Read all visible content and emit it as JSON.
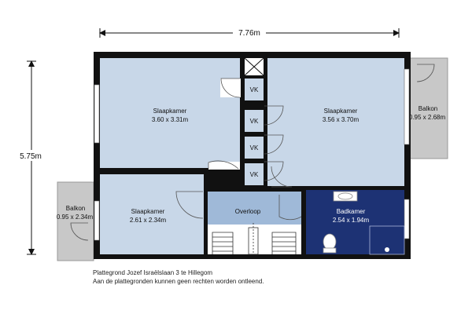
{
  "dimensions": {
    "width_label": "7.76m",
    "height_label": "5.75m"
  },
  "rooms": {
    "bedroom_left": {
      "name": "Slaapkamer",
      "size": "3.60 x 3.31m"
    },
    "bedroom_right": {
      "name": "Slaapkamer",
      "size": "3.56 x 3.70m"
    },
    "bedroom_small": {
      "name": "Slaapkamer",
      "size": "2.61 x 2.34m"
    },
    "landing": {
      "name": "Overloop"
    },
    "bathroom": {
      "name": "Badkamer",
      "size": "2.54 x 1.94m"
    }
  },
  "balconies": {
    "left": {
      "name": "Balkon",
      "size": "0.95 x 2.34m"
    },
    "right": {
      "name": "Balkon",
      "size": "0.95 x 2.68m"
    }
  },
  "closets": [
    "VK",
    "VK",
    "VK",
    "VK"
  ],
  "captions": {
    "line1": "Plattegrond Jozef Israëlslaan 3 te Hillegom",
    "line2": "Aan de plattegronden kunnen geen rechten worden ontleend."
  },
  "colors": {
    "room_fill": "#c8d7e8",
    "landing_fill": "#9fb9d8",
    "bathroom_fill": "#1d3274",
    "wall": "#111111",
    "balcony_fill": "#c8c8c8"
  }
}
